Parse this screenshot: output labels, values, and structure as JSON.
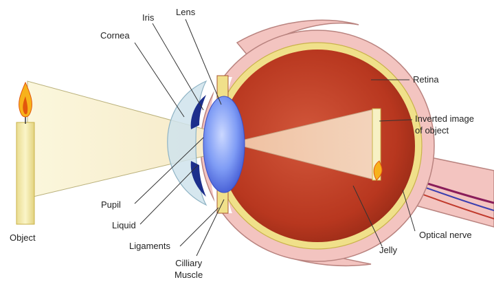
{
  "labels": {
    "iris": "Iris",
    "lens": "Lens",
    "cornea": "Cornea",
    "retina": "Retina",
    "inverted_image": "Inverted image\nof object",
    "object": "Object",
    "pupil": "Pupil",
    "liquid": "Liquid",
    "ligaments": "Ligaments",
    "cilliary_muscle": "Cilliary\nMuscle",
    "jelly": "Jelly",
    "optical_nerve": "Optical nerve"
  },
  "colors": {
    "sclera": "#f3c4c0",
    "sclera_edge": "#b9837f",
    "choroid": "#f0e08a",
    "vitreous": "#b8371f",
    "lens": "#6f8ef2",
    "cornea": "#cfe3ec",
    "iris": "#1d2f8c",
    "light_cone": "#fbf6d8",
    "candle": "#f3eab0",
    "flame": "#f7b21b"
  }
}
